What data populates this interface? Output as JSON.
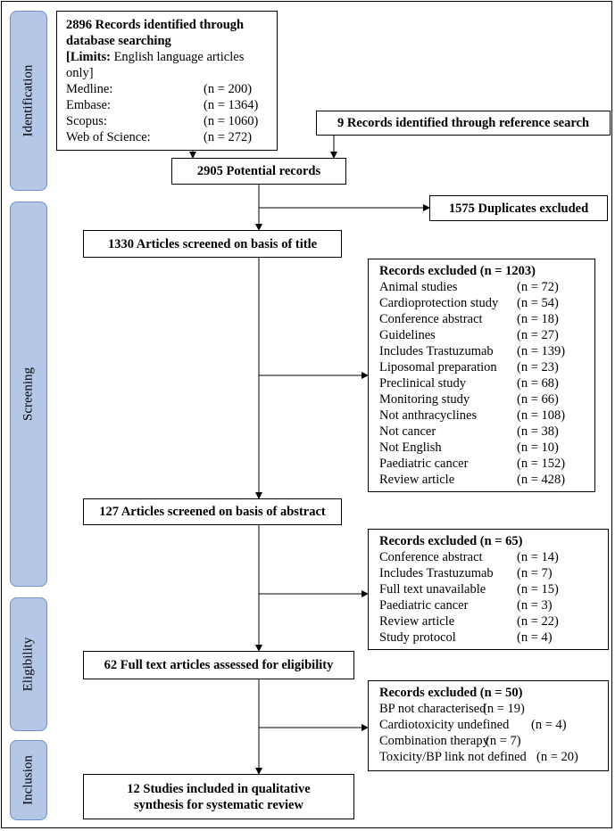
{
  "stages": {
    "identification": "Identification",
    "screening": "Screening",
    "eligibility": "Eligibility",
    "inclusion": "Inclusion"
  },
  "db_search": {
    "title_line1": "2896 Records identified through",
    "title_line2": "database searching",
    "limits_prefix": "[",
    "limits_bold": "Limits:",
    "limits_text": " English language articles",
    "limits_text2": "only]",
    "sources": [
      {
        "name": "Medline:",
        "count": "(n = 200)"
      },
      {
        "name": "Embase:",
        "count": "(n = 1364)"
      },
      {
        "name": "Scopus:",
        "count": "(n = 1060)"
      },
      {
        "name": "Web of Science:",
        "count": "(n = 272)"
      }
    ]
  },
  "ref_search": "9 Records identified through reference search",
  "potential": "2905 Potential records",
  "duplicates": "1575 Duplicates excluded",
  "title_screen": "1330 Articles screened on basis of title",
  "excluded_title": {
    "heading": "Records excluded (n = 1203)",
    "items": [
      {
        "reason": "Animal studies",
        "count": "(n = 72)"
      },
      {
        "reason": "Cardioprotection study",
        "count": "(n = 54)"
      },
      {
        "reason": "Conference abstract",
        "count": "(n = 18)"
      },
      {
        "reason": "Guidelines",
        "count": "(n = 27)"
      },
      {
        "reason": "Includes Trastuzumab",
        "count": "(n = 139)"
      },
      {
        "reason": "Liposomal preparation",
        "count": "(n = 23)"
      },
      {
        "reason": "Preclinical study",
        "count": "(n = 68)"
      },
      {
        "reason": "Monitoring study",
        "count": "(n = 66)"
      },
      {
        "reason": "Not anthracyclines",
        "count": "(n = 108)"
      },
      {
        "reason": "Not cancer",
        "count": "(n = 38)"
      },
      {
        "reason": "Not English",
        "count": "(n = 10)"
      },
      {
        "reason": "Paediatric cancer",
        "count": "(n = 152)"
      },
      {
        "reason": "Review article",
        "count": "(n = 428)"
      }
    ]
  },
  "abstract_screen": "127 Articles screened on basis of abstract",
  "excluded_abstract": {
    "heading": "Records excluded (n = 65)",
    "items": [
      {
        "reason": "Conference abstract",
        "count": "(n = 14)"
      },
      {
        "reason": "Includes Trastuzumab",
        "count": "(n = 7)"
      },
      {
        "reason": "Full text unavailable",
        "count": "(n = 15)"
      },
      {
        "reason": "Paediatric cancer",
        "count": "(n = 3)"
      },
      {
        "reason": "Review article",
        "count": "(n = 22)"
      },
      {
        "reason": "Study protocol",
        "count": "(n = 4)"
      }
    ]
  },
  "fulltext": "62 Full text articles assessed for eligibility",
  "excluded_fulltext": {
    "heading": "Records excluded (n = 50)",
    "items": [
      {
        "reason": "BP not characterised",
        "count": "(n = 19)"
      },
      {
        "reason": "Cardiotoxicity undefined",
        "count": "(n = 4)"
      },
      {
        "reason": "Combination therapy",
        "count": "(n = 7)"
      },
      {
        "reason": "Toxicity/BP link not defined",
        "count": "(n = 20)"
      }
    ]
  },
  "included_line1": "12 Studies included in qualitative",
  "included_line2": "synthesis for systematic review"
}
